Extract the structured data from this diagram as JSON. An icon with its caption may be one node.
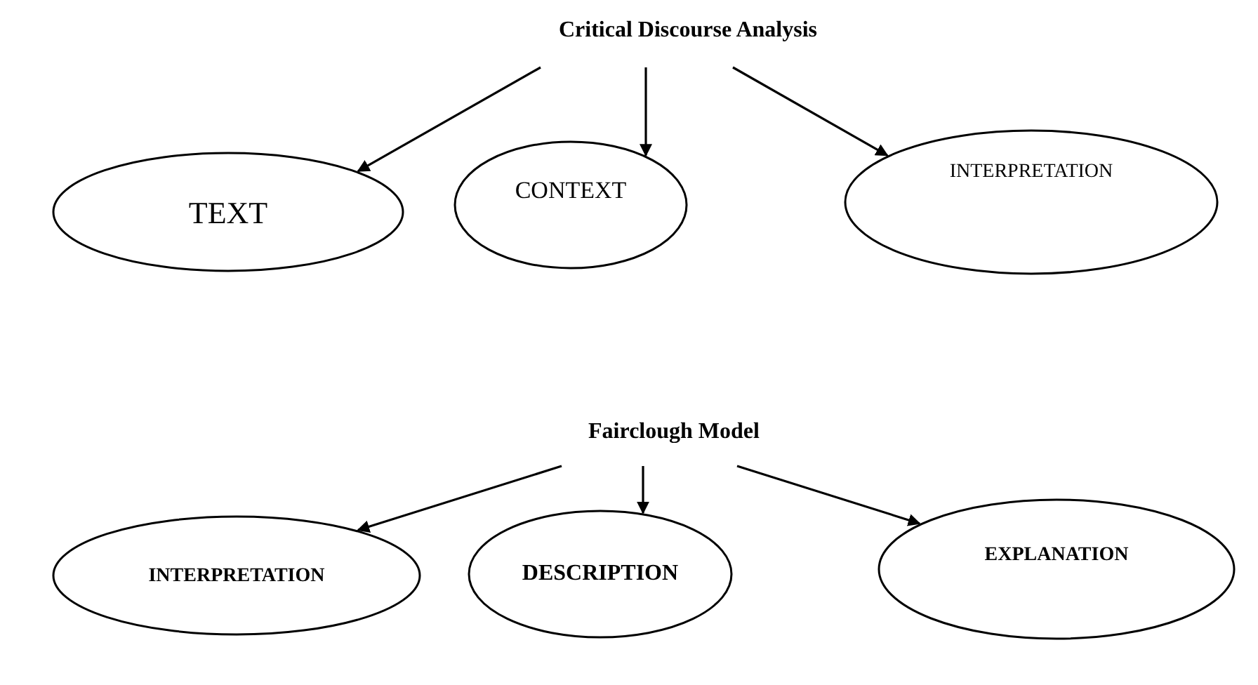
{
  "diagram": {
    "nodes": [
      {
        "text": [
          "Critical Discourse Analysis"
        ]
      },
      {
        "text": [
          "TEXT"
        ]
      },
      {
        "text": [
          "CONTEXT"
        ]
      },
      {
        "text": [
          "INTERPRETATION"
        ]
      },
      {
        "text": [
          "Fairclough Model"
        ]
      },
      {
        "text": [
          "INTERPRETATION"
        ]
      },
      {
        "text": [
          "DESCRIPTION"
        ]
      },
      {
        "text": [
          "EXPLANATION"
        ]
      }
    ],
    "edges": [
      {
        "from": 0,
        "to": 1,
        "arrow": "to"
      },
      {
        "from": 0,
        "to": 2,
        "arrow": "to"
      },
      {
        "from": 0,
        "to": 3,
        "arrow": "to"
      },
      {
        "from": 4,
        "to": 5,
        "arrow": "to"
      },
      {
        "from": 4,
        "to": 6,
        "arrow": "to"
      },
      {
        "from": 4,
        "to": 7,
        "arrow": "to"
      }
    ]
  }
}
